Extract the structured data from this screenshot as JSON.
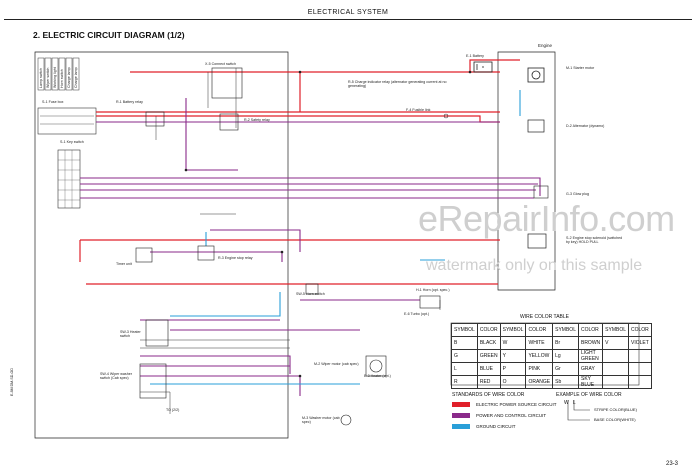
{
  "header": {
    "title": "ELECTRICAL SYSTEM",
    "section_title": "2. ELECTRIC CIRCUIT DIAGRAM (1/2)",
    "page_number": "23-3"
  },
  "components": {
    "comb_switch": "X-5 Connect switch",
    "battery": "E-1 Battery",
    "engine": "Engine",
    "starter": "M-1 Starter motor",
    "charge_relay": "R-5 Charge indicator relay (alternator generating current at no generating)",
    "fusible_link": "F-4 Fusible link",
    "fuse_box": "S-1 Fuse box",
    "battery_relay": "R-1 Battery relay",
    "safety_relay": "R-2 Safety relay",
    "key_switch": "S-1 Key switch",
    "alternator": "D-2 Alternator (dynamo)",
    "timer_unit": "Timer unit",
    "glow_plug": "G-3 Glow plug",
    "engine_stop_solenoid": "S-2 Engine stop solenoid (switched by key) HOLD PULL",
    "engine_stop_relay": "R-3 Engine stop relay",
    "horn_switch": "SW-5 Horn switch",
    "horn": "H-1 Horn (opt. spec.)",
    "turbo": "E-6 Turbo (opt.)",
    "heater_switch": "SW-3 Heater switch",
    "wiper_switch": "SW-4 Wiper washer switch (Cab spec)",
    "wiper_motor": "M-2 Wiper motor (cab spec)",
    "heater": "E-3 Heater (opt.)",
    "washer_motor": "M-3 Washer motor (cab spec)",
    "lower": "TO (2/2)",
    "side_code": "E-8M DM-SD-OD"
  },
  "top_labels": [
    "Lamp switch",
    "Wiper switch",
    "Working light",
    "Horn switch",
    "Charge lamp",
    "Charge lamp"
  ],
  "wire_table": {
    "title": "WIRE COLOR TABLE",
    "headers": [
      "SYMBOL",
      "COLOR",
      "SYMBOL",
      "COLOR",
      "SYMBOL",
      "COLOR",
      "SYMBOL",
      "COLOR"
    ],
    "rows": [
      [
        "B",
        "BLACK",
        "W",
        "WHITE",
        "Br",
        "BROWN",
        "V",
        "VIOLET"
      ],
      [
        "G",
        "GREEN",
        "Y",
        "YELLOW",
        "Lg",
        "LIGHT GREEN",
        "",
        ""
      ],
      [
        "L",
        "BLUE",
        "P",
        "PINK",
        "Gr",
        "GRAY",
        "",
        ""
      ],
      [
        "R",
        "RED",
        "O",
        "ORANGE",
        "Sb",
        "SKY BLUE",
        "",
        ""
      ]
    ]
  },
  "standards": {
    "title": "STANDARDS OF WIRE COLOR",
    "items": [
      {
        "label": "ELECTRIC POWER SOURCE CIRCUIT",
        "color": "#e0202a"
      },
      {
        "label": "POWER AND CONTROL CIRCUIT",
        "color": "#8a2a8a"
      },
      {
        "label": "GROUND CIRCUIT",
        "color": "#2a9fd8"
      }
    ]
  },
  "example": {
    "title": "EXAMPLE OF WIRE COLOR",
    "code": "W   L",
    "stripe": "STRIPE COLOR(BLUE)",
    "base": "BASE COLOR(WHITE)"
  },
  "watermark": {
    "main": "eRepairInfo.com",
    "sub": "watermark only on this sample"
  },
  "colors": {
    "power": "#e0202a",
    "control": "#8a2a8a",
    "ground": "#2a9fd8"
  }
}
